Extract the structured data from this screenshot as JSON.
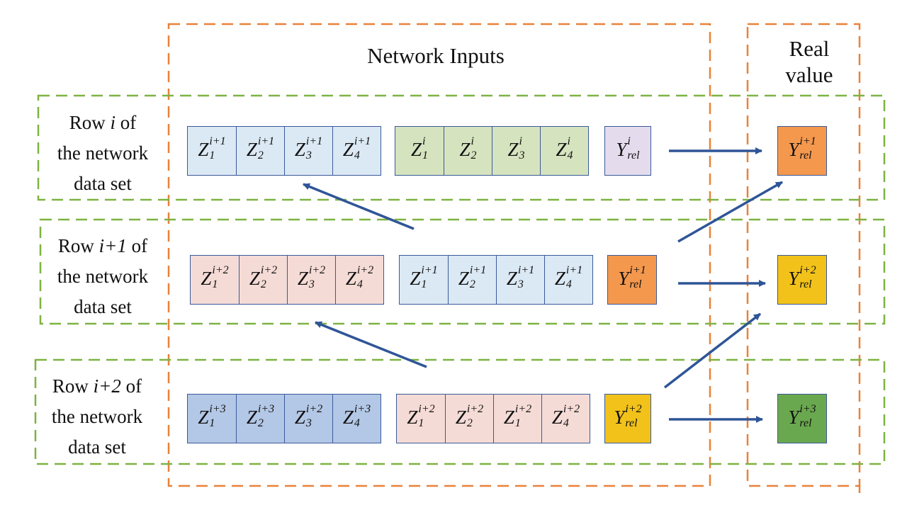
{
  "titles": {
    "network_inputs": "Network Inputs",
    "real_value_1": "Real",
    "real_value_2": "value"
  },
  "rows": [
    {
      "label": [
        "Row i of",
        "the network",
        "data set"
      ],
      "label_index": "i",
      "group_a": [
        {
          "base": "Z",
          "sub": "1",
          "sup": "i+1"
        },
        {
          "base": "Z",
          "sub": "2",
          "sup": "i+1"
        },
        {
          "base": "Z",
          "sub": "3",
          "sup": "i+1"
        },
        {
          "base": "Z",
          "sub": "4",
          "sup": "i+1"
        }
      ],
      "group_a_color": "#dbe9f4",
      "group_b": [
        {
          "base": "Z",
          "sub": "1",
          "sup": "i"
        },
        {
          "base": "Z",
          "sub": "2",
          "sup": "i"
        },
        {
          "base": "Z",
          "sub": "3",
          "sup": "i"
        },
        {
          "base": "Z",
          "sub": "4",
          "sup": "i"
        }
      ],
      "group_b_color": "#d6e3bf",
      "y_input": {
        "base": "Y",
        "sub": "rel",
        "sup": "i"
      },
      "y_input_color": "#e4dced",
      "y_output": {
        "base": "Y",
        "sub": "rel",
        "sup": "i+1"
      },
      "y_output_color": "#f4984e"
    },
    {
      "label": [
        "Row i+1 of",
        "the network",
        "data set"
      ],
      "label_index": "i+1",
      "group_a": [
        {
          "base": "Z",
          "sub": "1",
          "sup": "i+2"
        },
        {
          "base": "Z",
          "sub": "2",
          "sup": "i+2"
        },
        {
          "base": "Z",
          "sub": "3",
          "sup": "i+2"
        },
        {
          "base": "Z",
          "sub": "4",
          "sup": "i+2"
        }
      ],
      "group_a_color": "#f5dbd6",
      "group_b": [
        {
          "base": "Z",
          "sub": "1",
          "sup": "i+1"
        },
        {
          "base": "Z",
          "sub": "2",
          "sup": "i+1"
        },
        {
          "base": "Z",
          "sub": "3",
          "sup": "i+1"
        },
        {
          "base": "Z",
          "sub": "4",
          "sup": "i+1"
        }
      ],
      "group_b_color": "#dbe9f4",
      "y_input": {
        "base": "Y",
        "sub": "rel",
        "sup": "i+1"
      },
      "y_input_color": "#f4984e",
      "y_output": {
        "base": "Y",
        "sub": "rel",
        "sup": "i+2"
      },
      "y_output_color": "#f2c21a"
    },
    {
      "label": [
        "Row i+2 of",
        "the network",
        "data set"
      ],
      "label_index": "i+2",
      "group_a": [
        {
          "base": "Z",
          "sub": "1",
          "sup": "i+3"
        },
        {
          "base": "Z",
          "sub": "2",
          "sup": "i+3"
        },
        {
          "base": "Z",
          "sub": "3",
          "sup": "i+2"
        },
        {
          "base": "Z",
          "sub": "4",
          "sup": "i+3"
        }
      ],
      "group_a_color": "#b3c7e6",
      "group_b": [
        {
          "base": "Z",
          "sub": "1",
          "sup": "i+2"
        },
        {
          "base": "Z",
          "sub": "2",
          "sup": "i+2"
        },
        {
          "base": "Z",
          "sub": "1",
          "sup": "i+2"
        },
        {
          "base": "Z",
          "sub": "4",
          "sup": "i+2"
        }
      ],
      "group_b_color": "#f5dbd6",
      "y_input": {
        "base": "Y",
        "sub": "rel",
        "sup": "i+2"
      },
      "y_input_color": "#f2c21a",
      "y_output": {
        "base": "Y",
        "sub": "rel",
        "sup": "i+3"
      },
      "y_output_color": "#6aa84f"
    }
  ],
  "colors": {
    "orange_dash": "#e8823a",
    "green_dash": "#7db342",
    "arrow": "#2f5597"
  }
}
